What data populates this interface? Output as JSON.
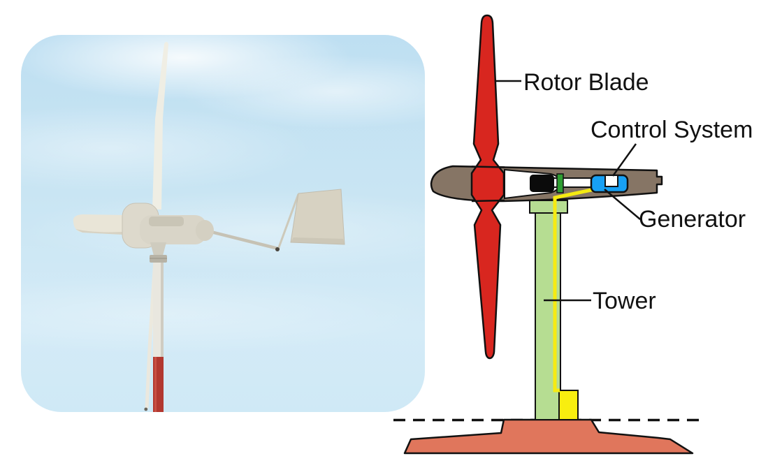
{
  "figure": {
    "title": "Wind turbine photo with labeled schematic diagram"
  },
  "photo": {
    "description": "Small horizontal-axis wind turbine with tail vane against a blue sky",
    "colors": {
      "sky_top": "#bedff2",
      "sky_bottom": "#d4ebf7",
      "blade_white": "#f0ede3",
      "body_beige": "#d9d5c8",
      "tail_fin": "#d7d2c2",
      "pole_white": "#e9e7df",
      "pole_red": "#b23830"
    }
  },
  "diagram": {
    "labels": {
      "rotor_blade": "Rotor Blade",
      "control_system": "Control System",
      "generator": "Generator",
      "tower": "Tower"
    },
    "colors": {
      "blade": "#d8261f",
      "nacelle": "#867565",
      "cavity": "#ffffff",
      "gearbox": "#0b0b0b",
      "shaft": "#ffffff",
      "coupler": "#2f9e32",
      "generator_box": "#17a0f4",
      "control_box": "#ffffff",
      "cable": "#f5eb12",
      "tower": "#b6dd92",
      "junction_box": "#f8ee0f",
      "foundation": "#e0765c",
      "ground_line": "#111111",
      "label_text": "#111111"
    }
  }
}
